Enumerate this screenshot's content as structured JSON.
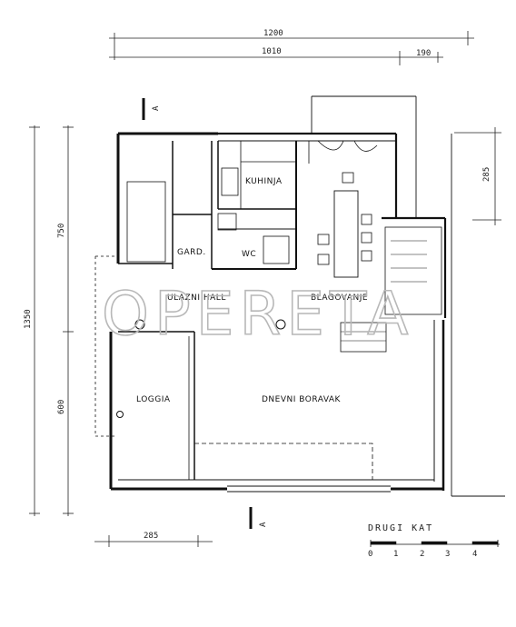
{
  "dimensions": {
    "total_width": "1200",
    "left_width": "1010",
    "right_width": "190",
    "total_height": "1350",
    "upper_height": "750",
    "lower_height": "600",
    "right_offset": "285",
    "bottom_offset": "285"
  },
  "rooms": {
    "kitchen": "KUHINJA",
    "storage": "GARD.",
    "wc": "WC",
    "entrance_hall": "ULAZNI HALL",
    "dining": "BLAGOVANJE",
    "loggia": "LOGGIA",
    "living": "DNEVNI BORAVAK"
  },
  "section_marker": "A",
  "floor_label": "DRUGI KAT",
  "scale": [
    "0",
    "1",
    "2",
    "3",
    "4"
  ],
  "watermark": "OPERETA"
}
